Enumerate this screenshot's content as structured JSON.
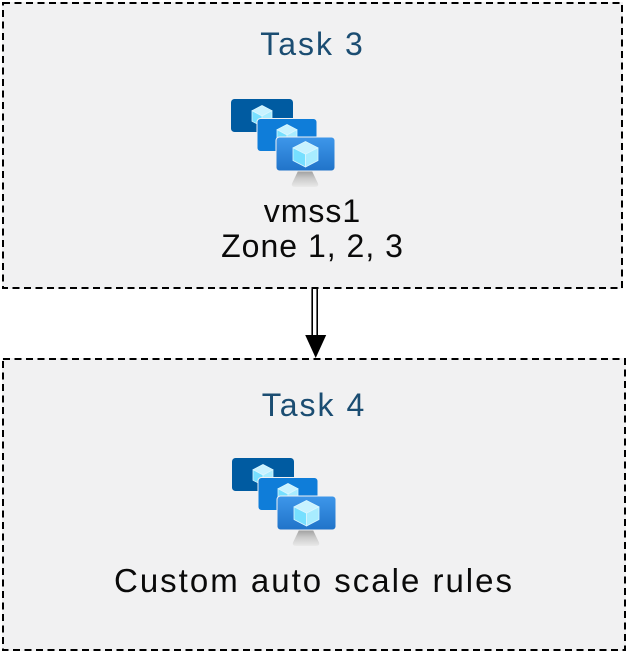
{
  "diagram": {
    "connector": {
      "type": "arrow-down",
      "style": "double-line",
      "color": "#000000"
    },
    "tasks": [
      {
        "title": "Task 3",
        "icon": "vm-scale-sets",
        "labels": [
          "vmss1",
          "Zone 1, 2, 3"
        ]
      },
      {
        "title": "Task 4",
        "icon": "vm-scale-sets",
        "labels": [
          "Custom auto scale rules"
        ]
      }
    ],
    "colors": {
      "task_title": "#1B4D72",
      "label_text": "#0A0A0A",
      "box_background": "#F1F1F2",
      "box_border": "#000000",
      "monitor_back": "#005BA1",
      "monitor_middle": "#0F7DD9",
      "monitor_front_top": "#3E97EA",
      "monitor_front_bottom": "#2073C9",
      "cube_top": "#C8F2FF",
      "cube_left": "#76DFFF",
      "cube_right": "#A8ECFF",
      "stand_gray": "#C9C9C9"
    }
  }
}
